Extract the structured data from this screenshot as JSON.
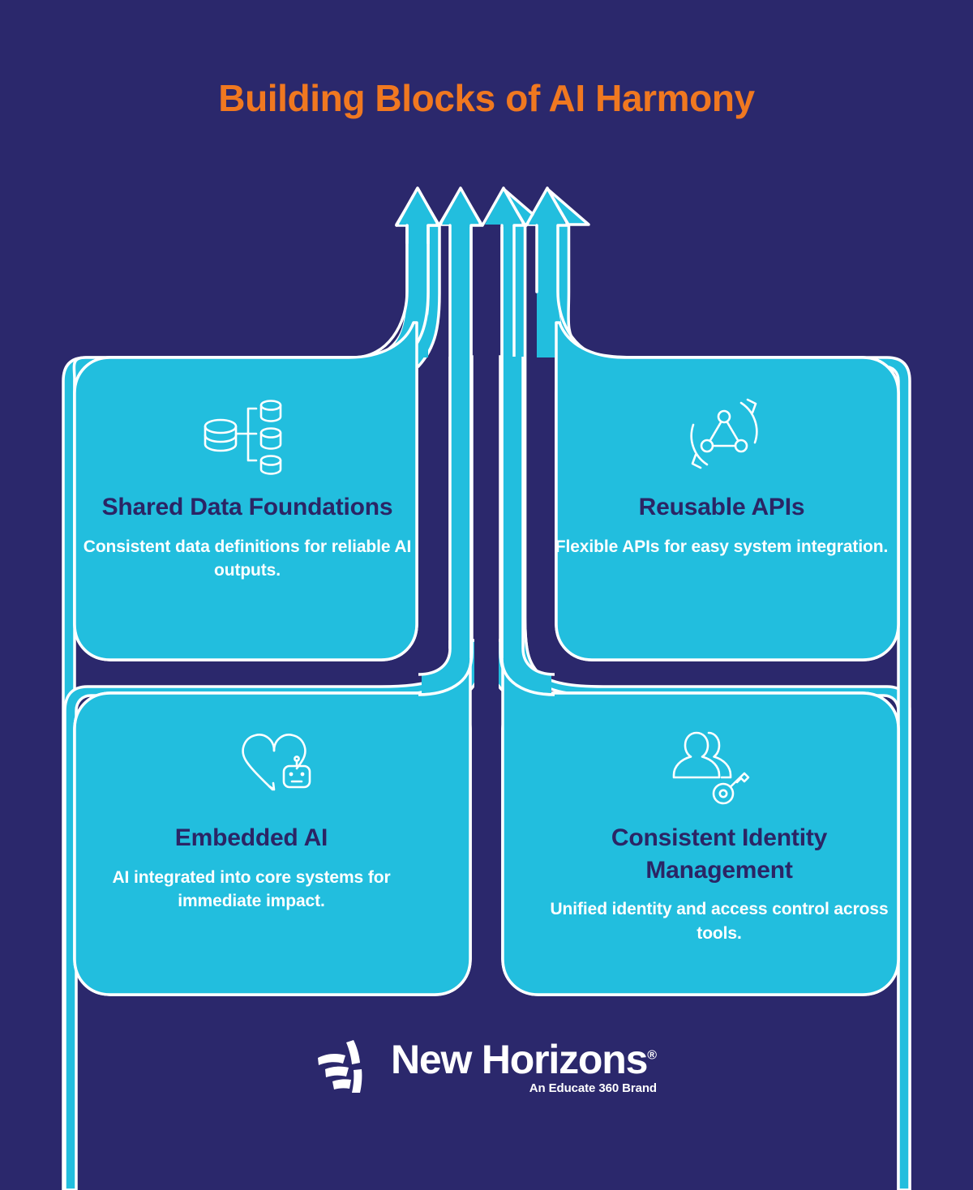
{
  "title": "Building Blocks of AI Harmony",
  "colors": {
    "background": "#2b286c",
    "accent_orange": "#f07820",
    "card_cyan": "#22bede",
    "heading_navy": "#2b2565",
    "outline_white": "#ffffff"
  },
  "arrows": {
    "count": 4,
    "name": "upward-arrows"
  },
  "cards": [
    {
      "id": "shared-data-foundations",
      "icon": "database-hierarchy-icon",
      "heading": "Shared Data Foundations",
      "body": "Consistent data definitions for reliable AI outputs."
    },
    {
      "id": "reusable-apis",
      "icon": "api-network-refresh-icon",
      "heading": "Reusable APIs",
      "body": "Flexible APIs for easy system integration."
    },
    {
      "id": "embedded-ai",
      "icon": "heart-robot-icon",
      "heading": "Embedded AI",
      "body": "AI integrated into core systems for immediate impact."
    },
    {
      "id": "consistent-identity-management",
      "icon": "users-key-icon",
      "heading": "Consistent Identity Management",
      "body": "Unified identity and access control across tools."
    }
  ],
  "footer": {
    "logo_mark": "new-horizons-swoosh-logo",
    "brand": "New Horizons",
    "registered_mark": "®",
    "tagline": "An Educate 360 Brand"
  }
}
